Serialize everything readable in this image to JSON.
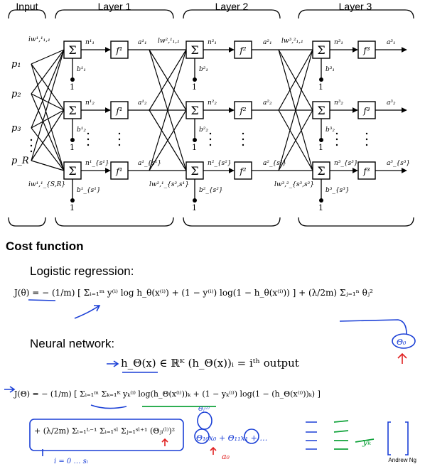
{
  "diagram": {
    "layer_titles": [
      "Input",
      "Layer 1",
      "Layer 2",
      "Layer 3"
    ],
    "inputs": [
      "p₁",
      "p₂",
      "p₃",
      "p_R"
    ],
    "sum_symbol": "Σ",
    "layer1": {
      "activation": "f¹",
      "weights_top": "iw¹,¹₁,₁",
      "weights_bottom": "iw¹,¹_{S,R}",
      "n": [
        "n¹₁",
        "n¹₂",
        "n¹_{s¹}"
      ],
      "a": [
        "a¹₁",
        "a¹₂",
        "a¹_{s¹}"
      ],
      "b": [
        "b¹₁",
        "b¹₂",
        "b¹_{s¹}"
      ]
    },
    "layer2": {
      "activation": "f²",
      "weights_top": "lw²,¹₁,₁",
      "weights_bottom": "lw²,¹_{s²,s¹}",
      "n": [
        "n²₁",
        "n²₂",
        "n²_{s²}"
      ],
      "a": [
        "a²₁",
        "a²₂",
        "a²_{s²}"
      ],
      "b": [
        "b²₁",
        "b²₂",
        "b²_{s²}"
      ]
    },
    "layer3": {
      "activation": "f³",
      "weights_top": "lw³,²₁,₁",
      "weights_bottom": "lw³,²_{s³,s²}",
      "n": [
        "n³₁",
        "n³₂",
        "n³_{s³}"
      ],
      "a": [
        "a³₁",
        "a³₂",
        "a³_{s³}"
      ],
      "b": [
        "b³₁",
        "b³₂",
        "b³_{s³}"
      ]
    },
    "bias_input": "1"
  },
  "section_title": "Cost function",
  "logistic": {
    "label": "Logistic regression:",
    "equation": "J(θ) = − (1/m) [ Σᵢ₌₁ᵐ y⁽ⁱ⁾ log h_θ(x⁽ⁱ⁾) + (1 − y⁽ⁱ⁾) log(1 − h_θ(x⁽ⁱ⁾)) ] + (λ/2m) Σⱼ₌₁ⁿ θⱼ²"
  },
  "neural": {
    "label": "Neural network:",
    "hypothesis": "h_Θ(x) ∈ ℝᴷ   (h_Θ(x))ᵢ = iᵗʰ output",
    "cost": "J(Θ) = − (1/m) [ Σᵢ₌₁ᵐ Σₖ₌₁ᴷ yₖ⁽ⁱ⁾ log(h_Θ(x⁽ⁱ⁾))ₖ + (1 − yₖ⁽ⁱ⁾) log(1 − (h_Θ(x⁽ⁱ⁾))ₖ) ]",
    "regularization": "+ (λ/2m) Σₗ₌₁ᴸ⁻¹ Σᵢ₌₁ˢˡ Σⱼ₌₁ˢˡ⁺¹ (Θⱼᵢ⁽ˡ⁾)²"
  },
  "annotations": {
    "theta0": "Θ₀",
    "i_range": "i = 0 … sₗ",
    "a0": "a₀",
    "yk": "yₖ",
    "sum_terms": "Θ₁₀x₀ + Θ₁₁x₁ + …",
    "theta_j": "Θⱼ⁽²⁾"
  },
  "credit": "Andrew Ng"
}
